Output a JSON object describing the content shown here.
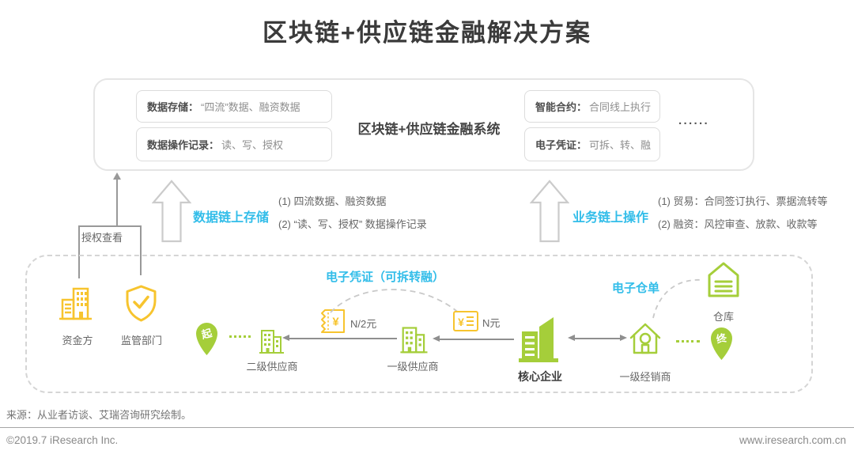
{
  "title": "区块链+供应链金融解决方案",
  "system_box": {
    "title": "区块链+供应链金融系统",
    "ellipsis": "······",
    "items": [
      {
        "label": "数据存储：",
        "text": "“四流”数据、融资数据"
      },
      {
        "label": "数据操作记录：",
        "text": "读、写、授权"
      },
      {
        "label": "智能合约：",
        "text": "合同线上执行"
      },
      {
        "label": "电子凭证：",
        "text": "可拆、转、融"
      }
    ]
  },
  "uplinks": {
    "store": {
      "label": "数据链上存储",
      "items": [
        "(1) 四流数据、融资数据",
        "(2) “读、写、授权” 数据操作记录"
      ]
    },
    "operate": {
      "label": "业务链上操作",
      "items": [
        "(1) 贸易：合同签订执行、票据流转等",
        "(2) 融资：风控审查、放款、收款等"
      ]
    }
  },
  "auth_label": "授权查看",
  "flow": {
    "funder": "资金方",
    "regulator": "监管部门",
    "start_pin": "起",
    "end_pin": "终",
    "tier2_supplier": "二级供应商",
    "tier1_supplier": "一级供应商",
    "core_enterprise": "核心企业",
    "tier1_distributor": "一级经销商",
    "warehouse": "仓库",
    "evoucher_label": "电子凭证（可拆转融）",
    "ewarehouse_label": "电子仓单",
    "voucher_half": "N/2元",
    "voucher_full": "N元",
    "yuan": "¥"
  },
  "footer": {
    "source": "来源：从业者访谈、艾瑞咨询研究绘制。",
    "copyright": "©2019.7 iResearch Inc.",
    "website": "www.iresearch.com.cn"
  },
  "colors": {
    "accent_cyan": "#32bde9",
    "brand_green": "#a5ce3a",
    "brand_yellow": "#f7c42e"
  }
}
